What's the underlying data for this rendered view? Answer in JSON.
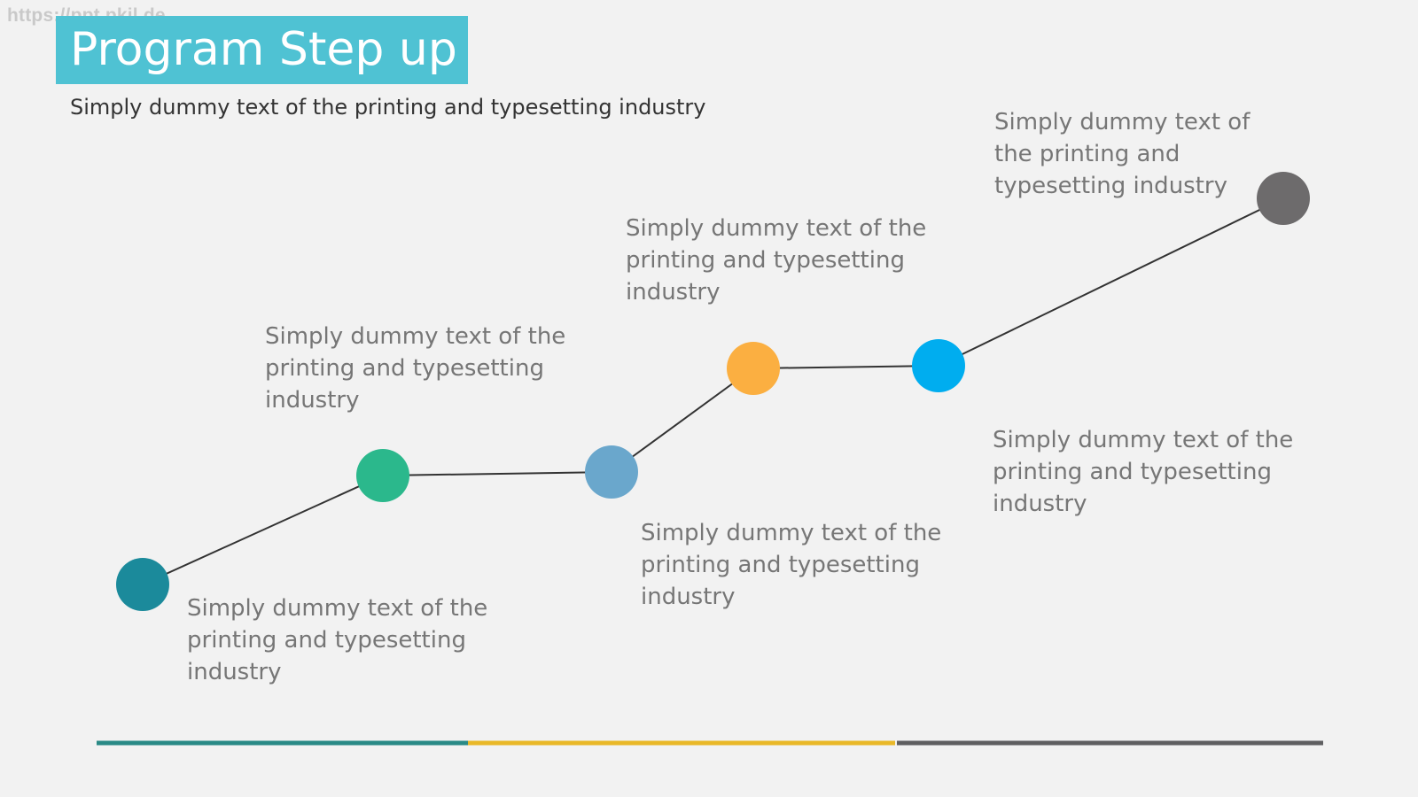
{
  "watermark": "https://ppt.pkil.de",
  "title": "Program Step up",
  "subtitle": "Simply dummy text of the printing and typesetting industry",
  "steps": [
    {
      "color": "#1b8a9b",
      "text": [
        "Simply dummy text of the",
        "printing and typesetting",
        "industry"
      ]
    },
    {
      "color": "#2bb88c",
      "text": [
        "Simply dummy text of the",
        "printing and typesetting",
        "industry"
      ]
    },
    {
      "color": "#6aa7cc",
      "text": [
        "Simply dummy text of the",
        "printing and typesetting",
        "industry"
      ]
    },
    {
      "color": "#fbaf41",
      "text": [
        "Simply dummy text of the",
        "printing and typesetting",
        "industry"
      ]
    },
    {
      "color": "#00adef",
      "text": [
        "Simply dummy text of the",
        "printing and typesetting",
        "industry"
      ]
    },
    {
      "color": "#6d6b6c",
      "text": [
        "Simply dummy text of",
        "the printing and",
        "typesetting industry"
      ]
    }
  ],
  "footer_colors": [
    "#2a8a86",
    "#e9b828",
    "#5f5f61"
  ],
  "connector_color": "#333333"
}
